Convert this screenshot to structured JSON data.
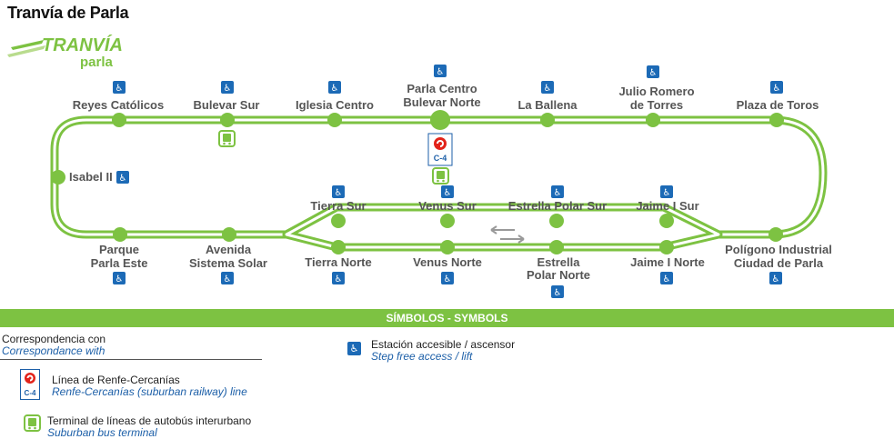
{
  "title": "Tranvía de Parla",
  "logo": {
    "word1": "TRANVÍA",
    "word2": "parla"
  },
  "colors": {
    "line": "#7dc242",
    "accessible": "#1c6ab6",
    "renfe": "#e2231a",
    "label": "#555555"
  },
  "stations_top": [
    "Reyes Católicos",
    "Bulevar Sur",
    "Iglesia Centro",
    "Parla Centro",
    "Bulevar Norte",
    "La Ballena",
    "Julio Romero",
    "de Torres",
    "Plaza de Toros"
  ],
  "stations_inner_top": [
    "Tierra Sur",
    "Venus Sur",
    "Estrella Polar Sur",
    "Jaime I Sur"
  ],
  "stations_inner_bottom": [
    "Tierra Norte",
    "Venus Norte",
    "Estrella",
    "Polar Norte",
    "Jaime I Norte"
  ],
  "stations_bottom": [
    "Parque",
    "Parla Este",
    "Avenida",
    "Sistema Solar",
    "Polígono Industrial",
    "Ciudad de Parla"
  ],
  "station_left": "Isabel II",
  "renfe_line": "C-4",
  "legend": {
    "bar": "SÍMBOLOS - SYMBOLS",
    "corr_es": "Correspondencia con",
    "corr_en": "Correspondance with",
    "renfe_es": "Línea de Renfe-Cercanías",
    "renfe_en": "Renfe-Cercanías (suburban railway) line",
    "bus_es": "Terminal de líneas de autobús interurbano",
    "bus_en": "Suburban bus terminal",
    "acc_es": "Estación accesible / ascensor",
    "acc_en": "Step free access / lift"
  }
}
